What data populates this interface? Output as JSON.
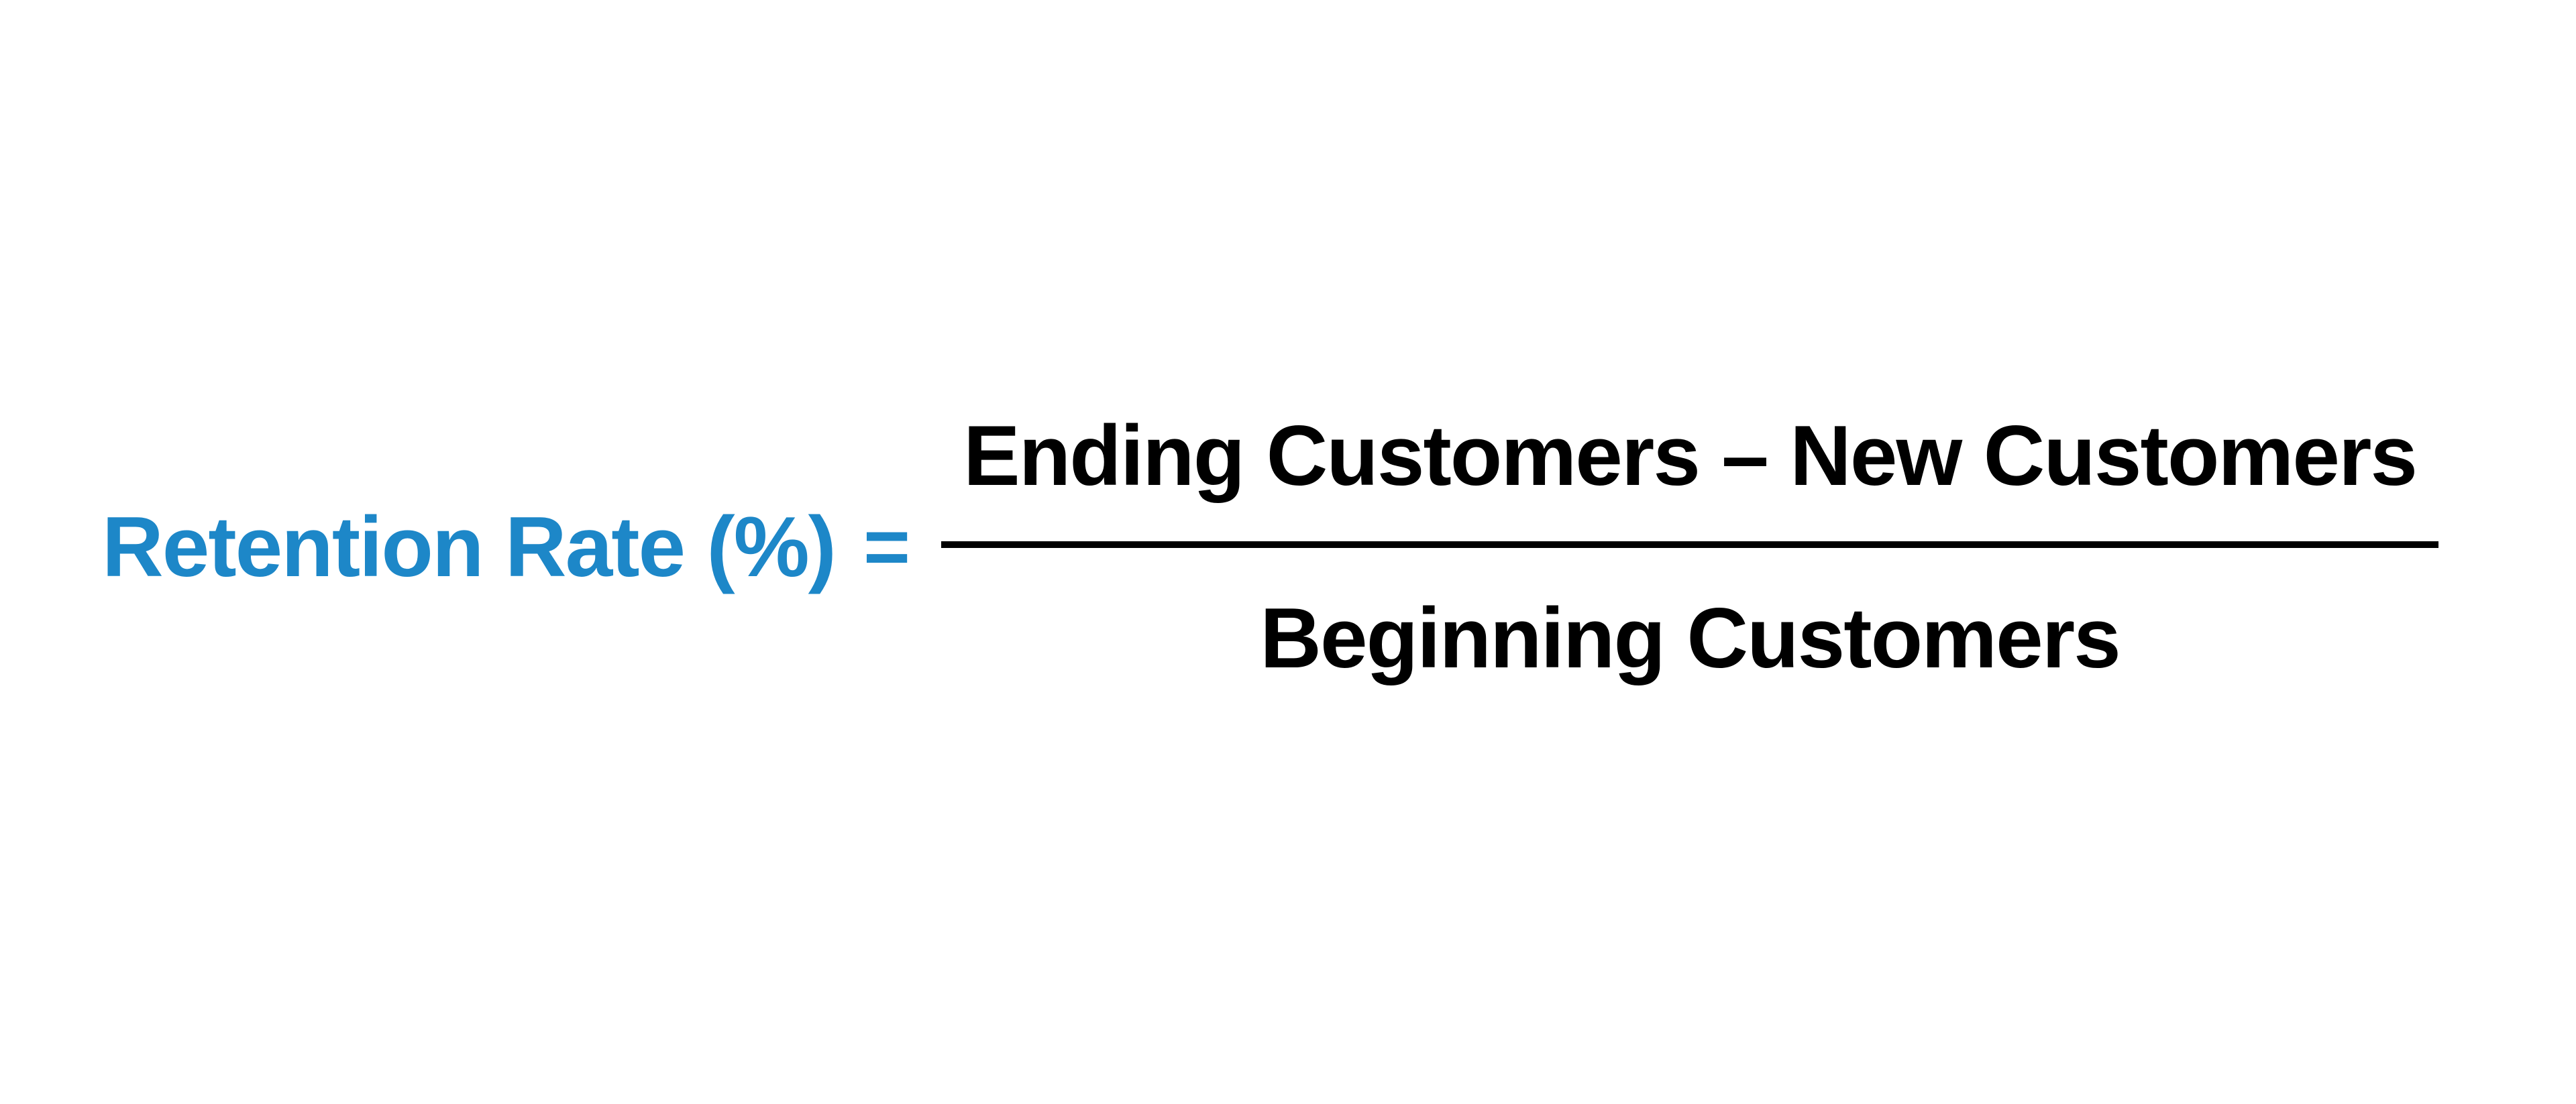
{
  "formula": {
    "label": "Retention Rate (%)",
    "equals": "=",
    "numerator": "Ending Customers – New Customers",
    "denominator": "Beginning Customers"
  },
  "colors": {
    "accent": "#1d87c8",
    "ink": "#000000",
    "background": "#ffffff"
  }
}
